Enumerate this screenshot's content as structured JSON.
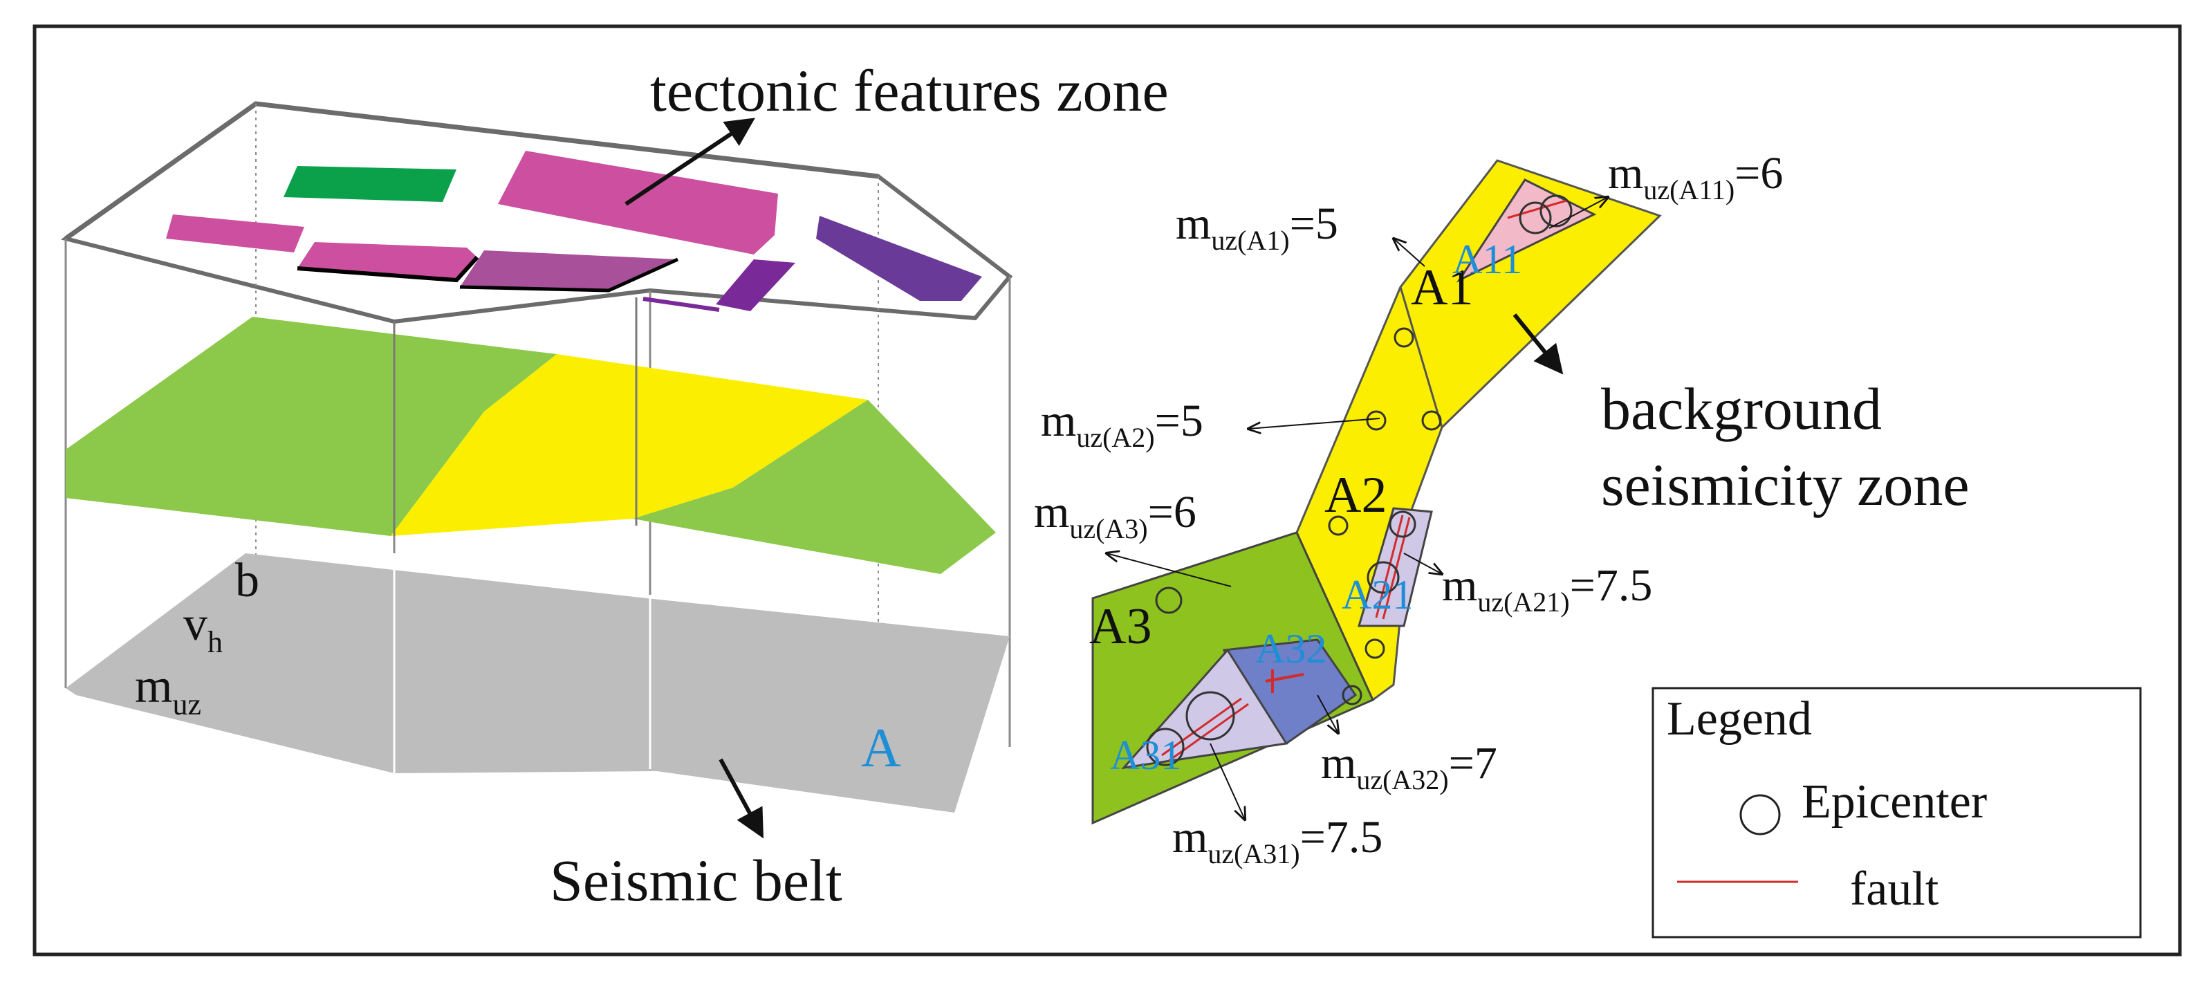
{
  "colors": {
    "yellow_zone": "#fbee00",
    "green_zone": "#8cc84a",
    "olive_zone": "#8dc21f",
    "gray_layer": "#bdbdbd",
    "dark_green_feature": "#0aa14a",
    "magenta_feature": "#cc4fa0",
    "purple_feature": "#6a3a98",
    "pink_subzone": "#f2b9c8",
    "lavender_subzone": "#cfc8e6",
    "blue_subzone": "#6f7fc8",
    "fault_red": "#d42a2a",
    "label_blue": "#1e8fd6"
  },
  "left": {
    "title": "tectonic features zone",
    "params": {
      "b": "b",
      "vh_main": "v",
      "vh_sub": "h",
      "muz_main": "m",
      "muz_sub": "uz"
    },
    "zone_label": "A",
    "belt_label": "Seismic belt"
  },
  "right": {
    "background_line1": "background",
    "background_line2": "seismicity zone",
    "zones": {
      "a1": "A1",
      "a2": "A2",
      "a3": "A3",
      "a11": "A11",
      "a21": "A21",
      "a31": "A31",
      "a32": "A32"
    },
    "magnitudes": {
      "m": "m",
      "a1_sub": "uz(A1)",
      "a1_val": "=5",
      "a2_sub": "uz(A2)",
      "a2_val": "=5",
      "a3_sub": "uz(A3)",
      "a3_val": "=6",
      "a11_sub": "uz(A11)",
      "a11_val": "=6",
      "a21_sub": "uz(A21)",
      "a21_val": "=7.5",
      "a32_sub": "uz(A32)",
      "a32_val": "=7",
      "a31_sub": "uz(A31)",
      "a31_val": "=7.5"
    }
  },
  "legend": {
    "title": "Legend",
    "epicenter": "Epicenter",
    "fault": "fault"
  }
}
